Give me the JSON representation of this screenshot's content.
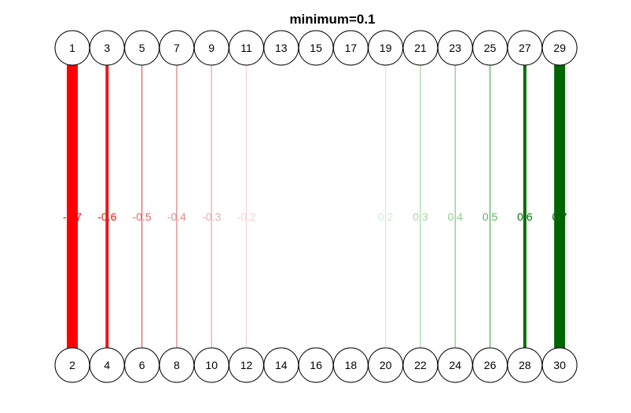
{
  "title": "minimum=0.1",
  "top_nodes": [
    "1",
    "3",
    "5",
    "7",
    "9",
    "11",
    "13",
    "15",
    "17",
    "19",
    "21",
    "23",
    "25",
    "27",
    "29"
  ],
  "bottom_nodes": [
    "2",
    "4",
    "6",
    "8",
    "10",
    "12",
    "14",
    "16",
    "18",
    "20",
    "22",
    "24",
    "26",
    "28",
    "30"
  ],
  "edges": [
    {
      "from": "1",
      "to": "2",
      "weight": -0.7,
      "label": "-0.7",
      "color": "#ff0000"
    },
    {
      "from": "3",
      "to": "4",
      "weight": -0.6,
      "label": "-0.6",
      "color": "#e41a1a"
    },
    {
      "from": "5",
      "to": "6",
      "weight": -0.5,
      "label": "-0.5",
      "color": "#e06666"
    },
    {
      "from": "7",
      "to": "8",
      "weight": -0.4,
      "label": "-0.4",
      "color": "#e08a8a"
    },
    {
      "from": "9",
      "to": "10",
      "weight": -0.3,
      "label": "-0.3",
      "color": "#ebaaaa"
    },
    {
      "from": "11",
      "to": "12",
      "weight": -0.2,
      "label": "-0.2",
      "color": "#f6d4d4"
    },
    {
      "from": "19",
      "to": "20",
      "weight": 0.2,
      "label": "0.2",
      "color": "#d3ebd3"
    },
    {
      "from": "21",
      "to": "22",
      "weight": 0.3,
      "label": "0.3",
      "color": "#a8d8a8"
    },
    {
      "from": "23",
      "to": "24",
      "weight": 0.4,
      "label": "0.4",
      "color": "#8fcc8f"
    },
    {
      "from": "25",
      "to": "26",
      "weight": 0.5,
      "label": "0.5",
      "color": "#5fb45f"
    },
    {
      "from": "27",
      "to": "28",
      "weight": 0.6,
      "label": "0.6",
      "color": "#007000"
    },
    {
      "from": "29",
      "to": "30",
      "weight": 0.7,
      "label": "0.7",
      "color": "#006400"
    }
  ]
}
